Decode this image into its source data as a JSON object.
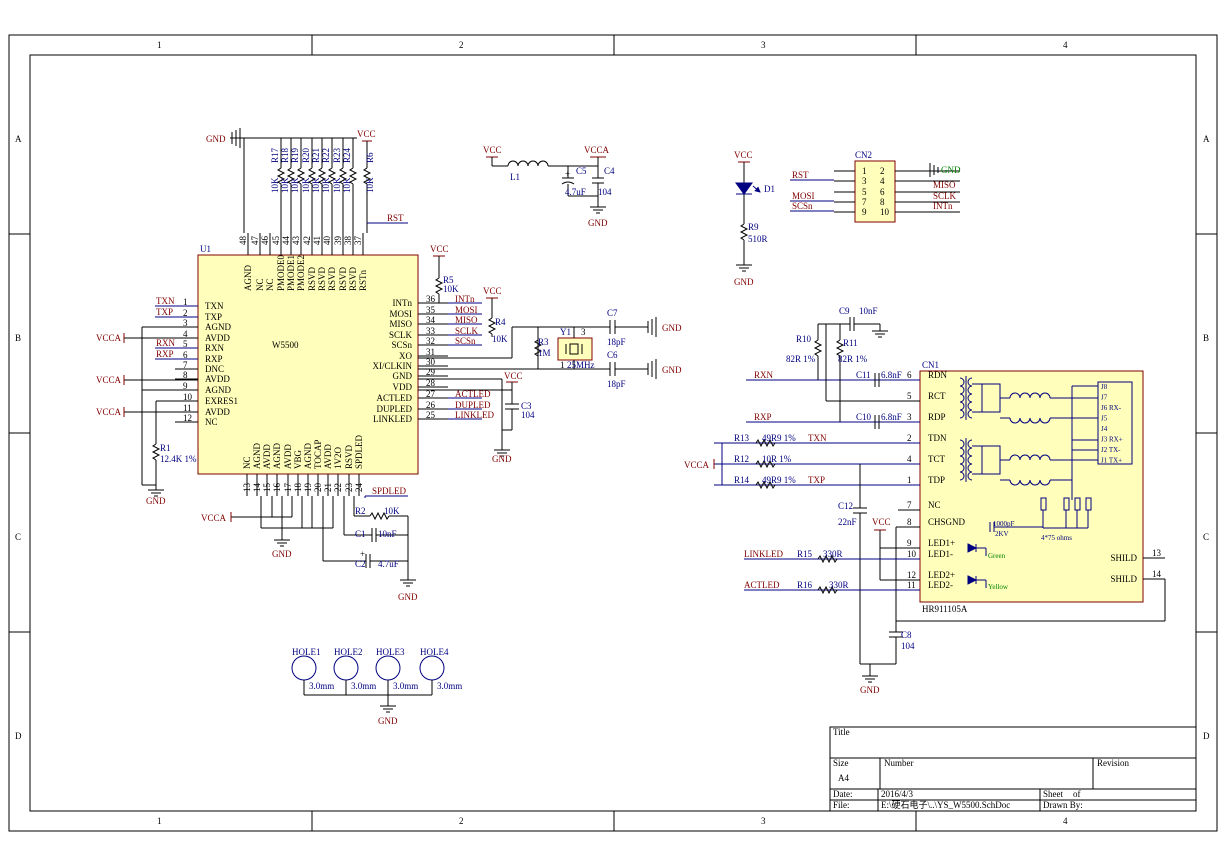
{
  "border": {
    "columns": [
      "1",
      "2",
      "3",
      "4"
    ],
    "rows": [
      "A",
      "B",
      "C",
      "D"
    ]
  },
  "title_block": {
    "title_label": "Title",
    "size_label": "Size",
    "size_value": "A4",
    "number_label": "Number",
    "revision_label": "Revision",
    "date_label": "Date:",
    "date_value": "2016/4/3",
    "file_label": "File:",
    "file_value": "E:\\硬石电子\\..\\YS_W5500.SchDoc",
    "sheet_label": "Sheet",
    "of_label": "of",
    "drawn_label": "Drawn By:"
  },
  "u1": {
    "designator": "U1",
    "part": "W5500",
    "left_pins": [
      {
        "num": "1",
        "name": "TXN",
        "net": "TXN"
      },
      {
        "num": "2",
        "name": "TXP",
        "net": "TXP"
      },
      {
        "num": "3",
        "name": "AGND",
        "net": ""
      },
      {
        "num": "4",
        "name": "AVDD",
        "net": "VCCA"
      },
      {
        "num": "5",
        "name": "RXN",
        "net": "RXN"
      },
      {
        "num": "6",
        "name": "RXP",
        "net": "RXP"
      },
      {
        "num": "7",
        "name": "DNC",
        "net": ""
      },
      {
        "num": "8",
        "name": "AVDD",
        "net": "VCCA"
      },
      {
        "num": "9",
        "name": "AGND",
        "net": ""
      },
      {
        "num": "10",
        "name": "EXRES1",
        "net": ""
      },
      {
        "num": "11",
        "name": "AVDD",
        "net": "VCCA"
      },
      {
        "num": "12",
        "name": "NC",
        "net": ""
      }
    ],
    "right_pins": [
      {
        "num": "36",
        "name": "INTn",
        "net": "INTn"
      },
      {
        "num": "35",
        "name": "MOSI",
        "net": "MOSI"
      },
      {
        "num": "34",
        "name": "MISO",
        "net": "MISO"
      },
      {
        "num": "33",
        "name": "SCLK",
        "net": "SCLK"
      },
      {
        "num": "32",
        "name": "SCSn",
        "net": "SCSn"
      },
      {
        "num": "31",
        "name": "XO",
        "net": ""
      },
      {
        "num": "30",
        "name": "XI/CLKIN",
        "net": ""
      },
      {
        "num": "29",
        "name": "GND",
        "net": ""
      },
      {
        "num": "28",
        "name": "VDD",
        "net": ""
      },
      {
        "num": "27",
        "name": "ACTLED",
        "net": "ACTLED"
      },
      {
        "num": "26",
        "name": "DUPLED",
        "net": "DUPLED"
      },
      {
        "num": "25",
        "name": "LINKLED",
        "net": "LINKLED"
      }
    ],
    "top_pins": [
      {
        "num": "48",
        "name": "AGND"
      },
      {
        "num": "47",
        "name": "NC"
      },
      {
        "num": "46",
        "name": "NC"
      },
      {
        "num": "45",
        "name": "PMODE0"
      },
      {
        "num": "44",
        "name": "PMODE1"
      },
      {
        "num": "43",
        "name": "PMODE2"
      },
      {
        "num": "42",
        "name": "RSVD"
      },
      {
        "num": "41",
        "name": "RSVD"
      },
      {
        "num": "40",
        "name": "RSVD"
      },
      {
        "num": "39",
        "name": "RSVD"
      },
      {
        "num": "38",
        "name": "RSVD"
      },
      {
        "num": "37",
        "name": "RSTn"
      }
    ],
    "bottom_pins": [
      {
        "num": "13",
        "name": "NC"
      },
      {
        "num": "14",
        "name": "AGND"
      },
      {
        "num": "15",
        "name": "AVDD"
      },
      {
        "num": "16",
        "name": "AGND"
      },
      {
        "num": "17",
        "name": "AVDD"
      },
      {
        "num": "18",
        "name": "VBG"
      },
      {
        "num": "19",
        "name": "AGND"
      },
      {
        "num": "20",
        "name": "TOCAP"
      },
      {
        "num": "21",
        "name": "AVDD"
      },
      {
        "num": "22",
        "name": "1V2O"
      },
      {
        "num": "23",
        "name": "RSVD"
      },
      {
        "num": "24",
        "name": "SPDLED"
      }
    ]
  },
  "cn1": {
    "designator": "CN1",
    "part": "HR911105A",
    "left_pins": [
      {
        "num": "6",
        "name": "RDN"
      },
      {
        "num": "5",
        "name": "RCT"
      },
      {
        "num": "3",
        "name": "RDP"
      },
      {
        "num": "2",
        "name": "TDN"
      },
      {
        "num": "4",
        "name": "TCT"
      },
      {
        "num": "1",
        "name": "TDP"
      },
      {
        "num": "7",
        "name": "NC"
      },
      {
        "num": "8",
        "name": "CHSGND"
      },
      {
        "num": "9",
        "name": "LED1+"
      },
      {
        "num": "10",
        "name": "LED1-"
      },
      {
        "num": "12",
        "name": "LED2+"
      },
      {
        "num": "11",
        "name": "LED2-"
      }
    ],
    "right_pins": [
      {
        "num": "13",
        "name": "SHILD"
      },
      {
        "num": "14",
        "name": "SHILD"
      }
    ],
    "jack_labels": [
      "J8",
      "J7",
      "J6 RX-",
      "J5",
      "J4",
      "J3 RX+",
      "J2 TX-",
      "J1 TX+"
    ],
    "green_label": "Green",
    "yellow_label": "Yellow",
    "cap_label": "1000pF",
    "cap_volt": "2KV",
    "res_label": "4*75 ohms"
  },
  "cn2": {
    "designator": "CN2",
    "left_nets": [
      "RST",
      "",
      "MOSI",
      "SCSn"
    ],
    "left_nums": [
      "1",
      "3",
      "5",
      "7",
      "9"
    ],
    "right_nums": [
      "2",
      "4",
      "6",
      "8",
      "10"
    ],
    "right_nets": [
      "GND",
      "MISO",
      "SCLK",
      "INTn"
    ]
  },
  "components": {
    "pullups": [
      "R17",
      "R18",
      "R19",
      "R20",
      "R21",
      "R22",
      "R23",
      "R24"
    ],
    "pullup_val": "10K",
    "r6": "R6",
    "r6_val": "10K",
    "r5": "R5",
    "r5_val": "10K",
    "r4": "R4",
    "r4_val": "10K",
    "r3": "R3",
    "r3_val": "1M",
    "y1": "Y1",
    "y1_val": "25MHz",
    "c7": "C7",
    "c7_val": "18pF",
    "c6": "C6",
    "c6_val": "18pF",
    "c3": "C3",
    "c3_val": "104",
    "r1": "R1",
    "r1_val": "12.4K 1%",
    "r2": "R2",
    "r2_val": "10K",
    "c1": "C1",
    "c1_val": "10nF",
    "c2": "C2",
    "c2_val": "4.7uF",
    "l1": "L1",
    "c5": "C5",
    "c5_val": "4.7uF",
    "c4": "C4",
    "c4_val": "104",
    "d1": "D1",
    "r9": "R9",
    "r9_val": "510R",
    "c9": "C9",
    "c9_val": "10nF",
    "r10": "R10",
    "r10_val": "82R 1%",
    "r11": "R11",
    "r11_val": "82R 1%",
    "c11": "C11",
    "c11_val": "6.8nF",
    "c10": "C10",
    "c10_val": "6.8nF",
    "r13": "R13",
    "r13_val": "49R9 1%",
    "r12": "R12",
    "r12_val": "10R 1%",
    "r14": "R14",
    "r14_val": "49R9 1%",
    "c12": "C12",
    "c12_val": "22nF",
    "r15": "R15",
    "r15_val": "330R",
    "r16": "R16",
    "r16_val": "330R",
    "c8": "C8",
    "c8_val": "104"
  },
  "nets": {
    "gnd": "GND",
    "vcc": "VCC",
    "vcca": "VCCA",
    "rst": "RST",
    "spdled": "SPDLED",
    "txn": "TXN",
    "txp": "TXP",
    "rxn": "RXN",
    "rxp": "RXP",
    "linkled": "LINKLED",
    "actled": "ACTLED"
  },
  "holes": {
    "names": [
      "HOLE1",
      "HOLE2",
      "HOLE3",
      "HOLE4"
    ],
    "size": "3.0mm"
  }
}
